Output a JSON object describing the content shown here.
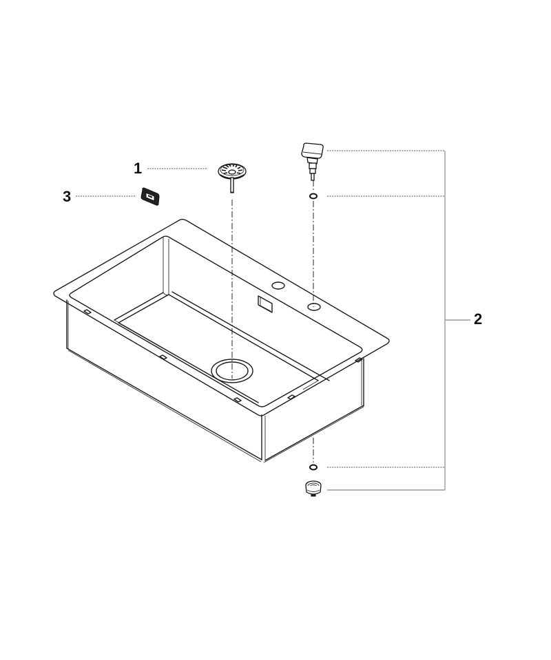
{
  "diagram": {
    "type": "exploded-parts-view",
    "subject": "kitchen sink with accessories",
    "background": "#ffffff",
    "line_color": "#1a1a1a",
    "callouts": [
      {
        "number": "1",
        "part": "basket strainer plug"
      },
      {
        "number": "2",
        "part": "pop-up waste set (control knob, washer, washer, drain body)"
      },
      {
        "number": "3",
        "part": "overflow cover"
      }
    ]
  }
}
